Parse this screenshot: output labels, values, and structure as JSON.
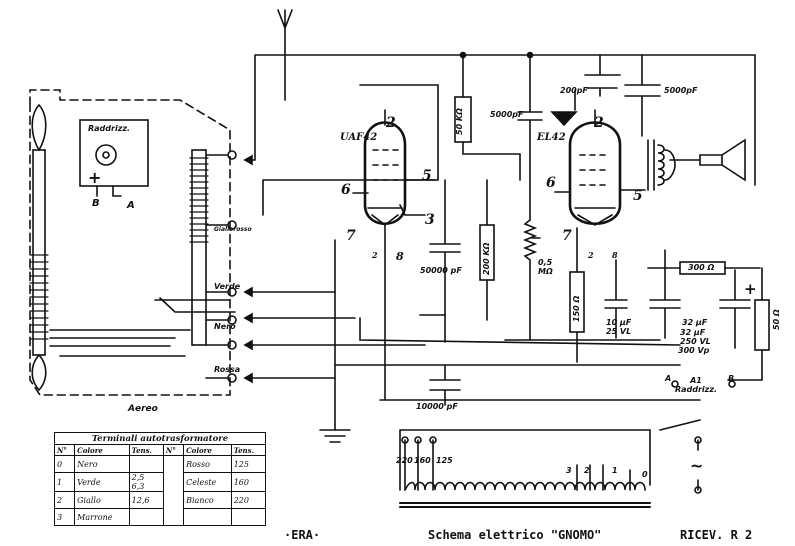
{
  "tubes": {
    "rf": "UAF42",
    "af": "EL42"
  },
  "pins": {
    "rf": {
      "p2": "2",
      "p5": "5",
      "p6": "6",
      "p3": "3",
      "p7": "7",
      "p2b": "2",
      "p8": "8"
    },
    "af": {
      "p2": "2",
      "p5": "5",
      "p6": "6",
      "p7": "7",
      "p2b": "2",
      "p8": "8"
    }
  },
  "components": {
    "c_200pf": "200pF",
    "c_5000pf_top": "5000pF",
    "c_5000pf_right": "5000pF",
    "r_50k": "50 KΩ",
    "r_200k": "200 KΩ",
    "c_50000": "50000 pF",
    "pot": "0,5 MΩ",
    "r_150": "150 Ω",
    "c_10": "10 μF 25 VL",
    "c_32a": "32 μF",
    "c_32b": "32 μF 250 VL",
    "c_32c": "300 Vp",
    "r_300": "300 Ω",
    "r_50": "50 Ω",
    "c_10000": "10000 pF"
  },
  "labels": {
    "raddrizz": "Raddrizz.",
    "plus": "+",
    "b": "B",
    "a": "A",
    "gialloverde": "Giallorosso",
    "verde": "Verde",
    "nero": "Nero",
    "rossa": "Rossa",
    "aereo": "Aereo",
    "rectifier": "A1 Raddrizz.",
    "a_right": "A",
    "b_right": "B",
    "v220": "220",
    "v160": "160",
    "v125": "125",
    "t3": "3",
    "t2": "2",
    "t1": "1",
    "t0": "0",
    "ac": "~",
    "plus_right": "+"
  },
  "table": {
    "title": "Terminali autotrasformatore",
    "headers": [
      "N°",
      "Colore",
      "Tens.",
      "N°",
      "Colore",
      "Tens."
    ],
    "left": [
      {
        "n": "0",
        "color": "Nero"
      },
      {
        "n": "1",
        "color": "Verde"
      },
      {
        "n": "2",
        "color": "Giallo"
      },
      {
        "n": "3",
        "color": "Marrone"
      }
    ],
    "left_tens": [
      "2,5",
      "6,3",
      "12,6"
    ],
    "right": [
      {
        "color": "Rosso",
        "tens": "125"
      },
      {
        "color": "Celeste",
        "tens": "160"
      },
      {
        "color": "Bianco",
        "tens": "220"
      }
    ]
  },
  "footer": {
    "brand": "·ERA·",
    "title": "Schema elettrico \"GNOMO\"",
    "model": "RICEV. R 2"
  }
}
